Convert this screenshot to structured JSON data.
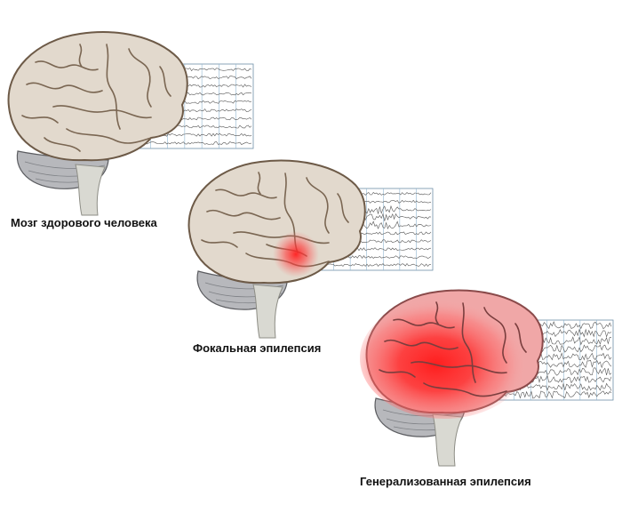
{
  "figure": {
    "panels": [
      {
        "caption": "Мозг здорового человека",
        "state": "healthy",
        "highlight": "none"
      },
      {
        "caption": "Фокальная эпилепсия",
        "state": "focal",
        "highlight": "focal"
      },
      {
        "caption": "Генерализованная эпилепсия",
        "state": "generalized",
        "highlight": "generalized"
      }
    ],
    "colors": {
      "brain_healthy": "#e2d9cd",
      "brain_outline": "#6d5a47",
      "sulci": "#7a6652",
      "brain_red": "#f0a7a7",
      "hot": "#ff1e1e",
      "cerebellum": "#b7b8bc",
      "stem": "#d9d9d2",
      "eeg_grid": "#8fb6d1",
      "eeg_trace": "#555555"
    },
    "icons": [
      "brain-icon",
      "eeg-chart-icon",
      "seizure-focus-icon"
    ]
  }
}
